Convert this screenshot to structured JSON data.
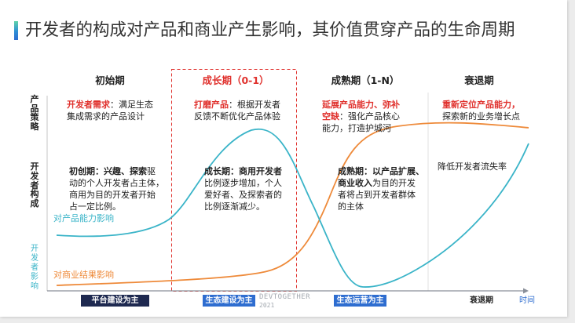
{
  "title": "开发者的构成对产品和商业产生影响，其价值贯穿产品的生命周期",
  "phases": [
    "初始期",
    "成长期（0-1）",
    "成熟期（1-N）",
    "衰退期"
  ],
  "row_labels": {
    "strategy": "产品策略",
    "composition": "开发者构成",
    "impact": "开发者影响"
  },
  "strategy": [
    {
      "lines": [
        [
          {
            "t": "开发者需求",
            "hl": true
          },
          {
            "t": "：满足生态"
          }
        ],
        [
          {
            "t": "集成需求的产品设计"
          }
        ]
      ]
    },
    {
      "lines": [
        [
          {
            "t": "打磨产品",
            "hl": true
          },
          {
            "t": "：根据开发者"
          }
        ],
        [
          {
            "t": "反馈不断优化产品体验"
          }
        ]
      ]
    },
    {
      "lines": [
        [
          {
            "t": "延展产品能力、弥补",
            "hl": true
          }
        ],
        [
          {
            "t": "空缺",
            "hl": true
          },
          {
            "t": "：强化产品核心"
          }
        ],
        [
          {
            "t": "能力，打造护城河"
          }
        ]
      ]
    },
    {
      "lines": [
        [
          {
            "t": "重新定位产品能力，",
            "hl": true
          }
        ],
        [
          {
            "t": "探索新的业务增长点"
          }
        ]
      ]
    }
  ],
  "composition": [
    {
      "lines": [
        [
          {
            "t": "初创期：兴趣、探索",
            "b": true
          },
          {
            "t": "驱"
          }
        ],
        [
          {
            "t": "动的个人开发者占主体，"
          }
        ],
        [
          {
            "t": "商用为目的开发者开始"
          }
        ],
        [
          {
            "t": "占一定比例。"
          }
        ]
      ]
    },
    {
      "lines": [
        [
          {
            "t": "成长期：商用开发者",
            "b": true
          }
        ],
        [
          {
            "t": "比例逐步增加，个人"
          }
        ],
        [
          {
            "t": "爱好者、及探索者的"
          }
        ],
        [
          {
            "t": "比例逐渐减少。"
          }
        ]
      ]
    },
    {
      "lines": [
        [
          {
            "t": "成熟期：以产品扩展、",
            "b": true
          }
        ],
        [
          {
            "t": "商业收入",
            "b": true
          },
          {
            "t": "为目的开发"
          }
        ],
        [
          {
            "t": "者将占到开发者群体"
          }
        ],
        [
          {
            "t": "的主体"
          }
        ]
      ]
    },
    {
      "lines": [
        [
          {
            "t": "降低开发者流失率"
          }
        ]
      ]
    }
  ],
  "curve_labels": {
    "product": "对产品能力影响",
    "business": "对商业结果影响"
  },
  "stages": {
    "platform": "平台建设为主",
    "eco_build": "生态建设为主",
    "eco_ops": "生态运营为主",
    "decline": "衰退期"
  },
  "axis_label": "时间",
  "logo": {
    "line1": "DEVTOGETHER",
    "line2": "2021"
  },
  "colors": {
    "red": "#e0312d",
    "teal": "#3ab4c8",
    "orange": "#ee8a3a",
    "navy": "#1e2950",
    "blue": "#2e6dd0",
    "text": "#333333"
  }
}
